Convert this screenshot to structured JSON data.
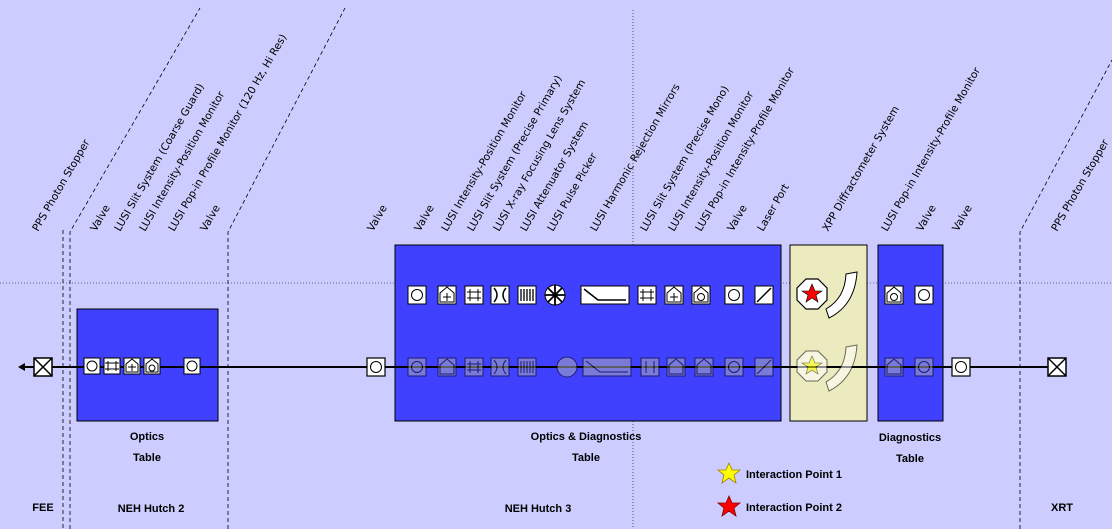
{
  "components": {
    "pps_stopper_left": "PPS Photon Stopper",
    "valve": "Valve",
    "lusi_slit_coarse": "LUSI Slit System (Coarse Guard)",
    "lusi_ipm": "LUSI Intensity-Position Monitor",
    "lusi_popin_120": "LUSI Pop-in Profile Monitor (120 Hz, Hi Res)",
    "lusi_slit_precise_primary": "LUSI Slit System (Precise Primary)",
    "lusi_xray_lens": "LUSI X-ray Focusing Lens System",
    "lusi_attenuator": "LUSI Attenuator System",
    "lusi_pulse_picker": "LUSI Pulse Picker",
    "lusi_harmonic_mirrors": "LUSI Harmonic Rejection Mirrors",
    "lusi_slit_precise_mono": "LUSI Slit System (Precise Mono)",
    "lusi_popin_ipm": "LUSI Pop-in Intensity-Profile Monitor",
    "laser_port": "Laser Port",
    "xpp_diffractometer": "XPP Diffractometer System",
    "pps_stopper_right": "PPS Photon Stopper"
  },
  "tables": {
    "optics_line1": "Optics",
    "optics_line2": "Table",
    "optdiag_line1": "Optics & Diagnostics",
    "optdiag_line2": "Table",
    "diag_line1": "Diagnostics",
    "diag_line2": "Table"
  },
  "locations": {
    "fee": "FEE",
    "neh2": "NEH Hutch 2",
    "neh3": "NEH Hutch 3",
    "xrt": "XRT"
  },
  "legend": {
    "ip1": "Interaction Point 1",
    "ip2": "Interaction Point 2"
  },
  "colors": {
    "background": "#ccccff",
    "table_fill": "#4040ff",
    "diffractometer_fill": "#ecebc0",
    "ip1_star": "#ffff00",
    "ip2_star": "#ff0000"
  }
}
